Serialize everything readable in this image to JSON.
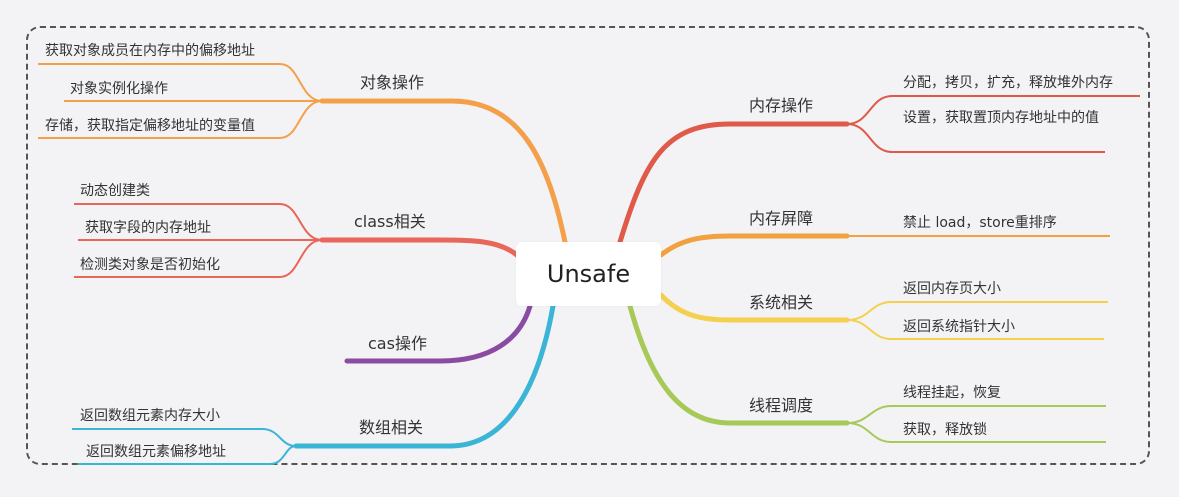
{
  "root": "Unsafe",
  "branches": {
    "obj": {
      "label": "对象操作",
      "color": "#f4a04b",
      "leaves": [
        "获取对象成员在内存中的偏移地址",
        "对象实例化操作",
        "存储，获取指定偏移地址的变量值"
      ]
    },
    "cls": {
      "label": "class相关",
      "color": "#e8665a",
      "leaves": [
        "动态创建类",
        "获取字段的内存地址",
        "检测类对象是否初始化"
      ]
    },
    "cas": {
      "label": "cas操作",
      "color": "#8a4ba3",
      "leaves": []
    },
    "arr": {
      "label": "数组相关",
      "color": "#3bb5d6",
      "leaves": [
        "返回数组元素内存大小",
        "返回数组元素偏移地址"
      ]
    },
    "mem": {
      "label": "内存操作",
      "color": "#e05a4a",
      "leaves": [
        "分配，拷贝，扩充，释放堆外内存",
        "设置，获取置顶内存地址中的值"
      ]
    },
    "bar": {
      "label": "内存屏障",
      "color": "#f2a141",
      "leaves": [
        "禁止 load，store重排序"
      ]
    },
    "sys": {
      "label": "系统相关",
      "color": "#f5cf4e",
      "leaves": [
        "返回内存页大小",
        "返回系统指针大小"
      ]
    },
    "thr": {
      "label": "线程调度",
      "color": "#a6c957",
      "leaves": [
        "线程挂起，恢复",
        "获取，释放锁"
      ]
    }
  }
}
